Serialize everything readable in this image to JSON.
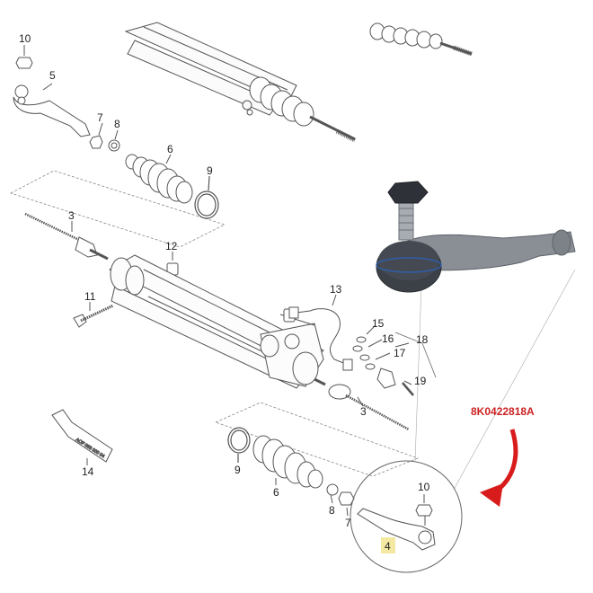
{
  "callouts": {
    "n10a": "10",
    "n5": "5",
    "n7a": "7",
    "n8a": "8",
    "n6a": "6",
    "n9a": "9",
    "n3a": "3",
    "n12": "12",
    "n11": "11",
    "n13": "13",
    "n15": "15",
    "n16": "16",
    "n17": "17",
    "n18": "18",
    "n19": "19",
    "n3b": "3",
    "n9b": "9",
    "n6b": "6",
    "n8b": "8",
    "n7b": "7",
    "n10b": "10",
    "n4": "4",
    "n14": "14"
  },
  "part_number": "8K0422818A",
  "tube_label": "AOF 063 000 04",
  "colors": {
    "line": "#555555",
    "arrow": "#d81b1b",
    "part_number": "#cc2222",
    "highlight": "#f3e9a2",
    "photo_body": "#3c4148",
    "photo_metal": "#8a8f96"
  }
}
